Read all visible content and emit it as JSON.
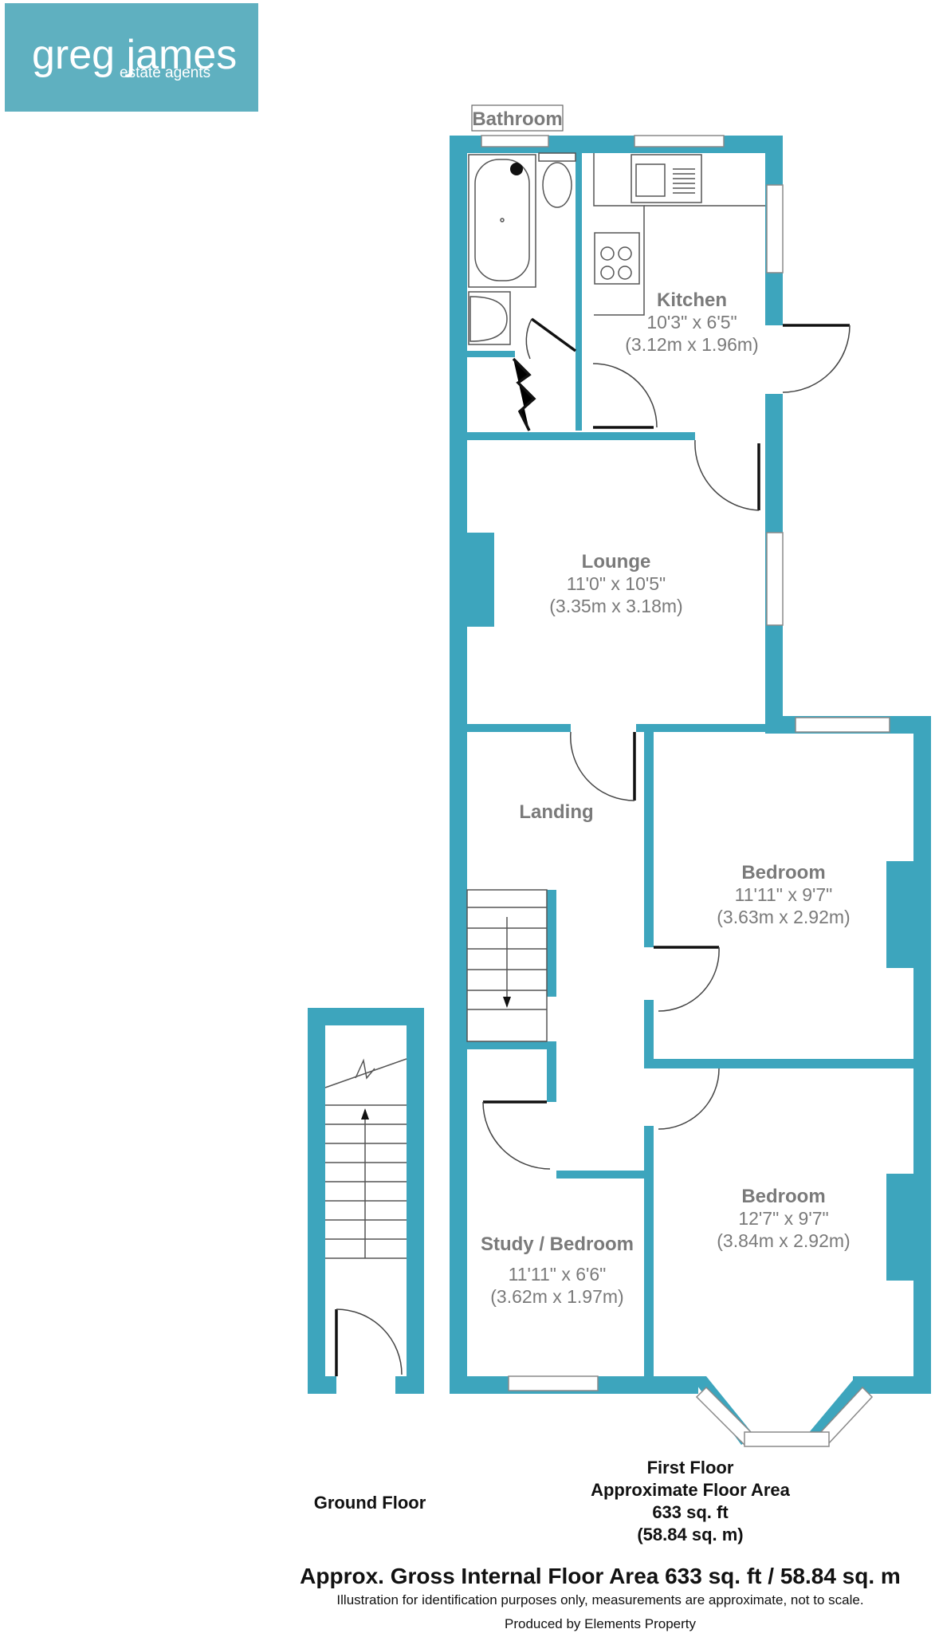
{
  "brand": {
    "name": "greg james",
    "tagline": "estate agents",
    "color": "#5fb0c0"
  },
  "colors": {
    "wall": "#3da5bd"
  },
  "rooms": {
    "bathroom": {
      "name": "Bathroom"
    },
    "kitchen": {
      "name": "Kitchen",
      "size_imperial": "10'3\" x 6'5\"",
      "size_metric": "(3.12m x 1.96m)"
    },
    "lounge": {
      "name": "Lounge",
      "size_imperial": "11'0\" x 10'5\"",
      "size_metric": "(3.35m x 3.18m)"
    },
    "landing": {
      "name": "Landing"
    },
    "bedroom1": {
      "name": "Bedroom",
      "size_imperial": "11'11\" x 9'7\"",
      "size_metric": "(3.63m x 2.92m)"
    },
    "bedroom2": {
      "name": "Bedroom",
      "size_imperial": "12'7\" x 9'7\"",
      "size_metric": "(3.84m x 2.92m)"
    },
    "study": {
      "name": "Study / Bedroom",
      "size_imperial": "11'11\" x 6'6\"",
      "size_metric": "(3.62m x 1.97m)"
    }
  },
  "floors": {
    "ground": {
      "label": "Ground Floor"
    },
    "first": {
      "label": "First Floor",
      "area_label": "Approximate Floor Area",
      "area_sqft": "633 sq. ft",
      "area_sqm": "(58.84 sq. m)"
    }
  },
  "footer": {
    "gross_area": "Approx. Gross Internal Floor Area 633 sq. ft / 58.84 sq. m",
    "disclaimer": "Illustration for identification purposes only, measurements are approximate, not to scale.",
    "producer": "Produced by Elements Property"
  }
}
